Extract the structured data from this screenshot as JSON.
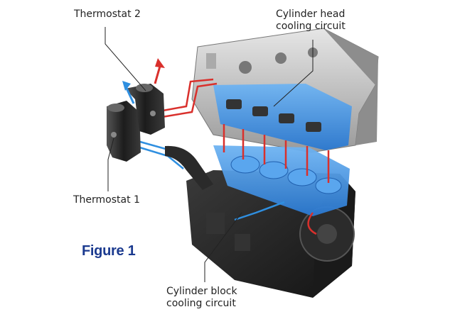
{
  "labels": {
    "thermostat_2": "Thermostat 2",
    "cylinder_head_line1": "Cylinder head",
    "cylinder_head_line2": "cooling circuit",
    "thermostat_1": "Thermostat 1",
    "cylinder_block_line1": "Cylinder block",
    "cylinder_block_line2": "cooling circuit"
  },
  "figure_title": "Figure 1",
  "colors": {
    "hot_coolant": "#d9302c",
    "cold_coolant": "#2f8fe0",
    "coolant_jacket": "#3d8fe6",
    "figure_title": "#1b3a8f",
    "engine_block": "#262626",
    "cylinder_head": "#c9c9c9"
  }
}
